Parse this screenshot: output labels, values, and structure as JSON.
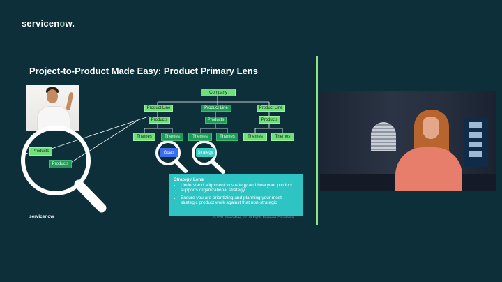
{
  "brand": {
    "logo_text_pre": "servicen",
    "logo_text_o": "o",
    "logo_text_post": "w.",
    "footer_logo": "servicenow"
  },
  "slide": {
    "title": "Project-to-Product Made Easy:  Product Primary Lens",
    "hierarchy": {
      "company": "Company",
      "product_line": "Product Line",
      "products": "Products",
      "themes": "Themes",
      "goals": "Goals",
      "strategy": "Strategy"
    },
    "callout": {
      "heading": "Strategy Lens",
      "bullets": [
        "Understand alignment to strategy and how your product supports organizational strategy",
        "Ensure you are prioritizing and planning your most strategic product work against that non-strategic"
      ]
    },
    "fine_print": "© 2021 ServiceNow, Inc. All Rights Reserved. Confidential."
  },
  "colors": {
    "background": "#0d2f3a",
    "accent_green": "#8ee28a",
    "callout": "#2ec4c4",
    "goal_blue": "#3b6df0",
    "light_green": "#70e07a",
    "dark_green": "#1f9a58"
  },
  "icons": {
    "magnifier": "magnifier-icon"
  }
}
